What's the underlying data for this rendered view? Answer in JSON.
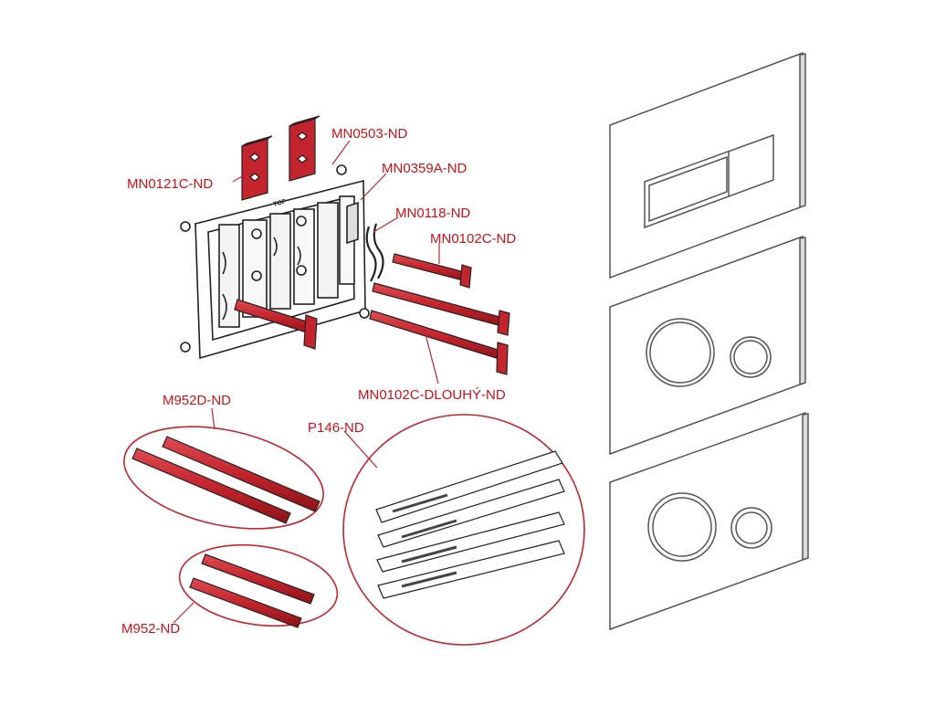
{
  "diagram": {
    "labels": {
      "mn0503": "MN0503-ND",
      "mn0121c": "MN0121C-ND",
      "mn0359a": "MN0359A-ND",
      "mn0118": "MN0118-ND",
      "mn0102c": "MN0102C-ND",
      "mn0102c_long": "MN0102C-DLOUHÝ-ND",
      "m952d": "M952D-ND",
      "p146": "P146-ND",
      "m952": "M952-ND"
    },
    "frame_marking": "TOP",
    "colors": {
      "accent_red": "#d0101a",
      "part_red": "#c4242d",
      "outline": "#222222",
      "plate_outline": "#555555"
    },
    "plates": [
      {
        "name": "rectangular-dual-button-plate"
      },
      {
        "name": "round-dual-button-plate"
      },
      {
        "name": "round-dual-button-plate-rimmed"
      }
    ]
  }
}
